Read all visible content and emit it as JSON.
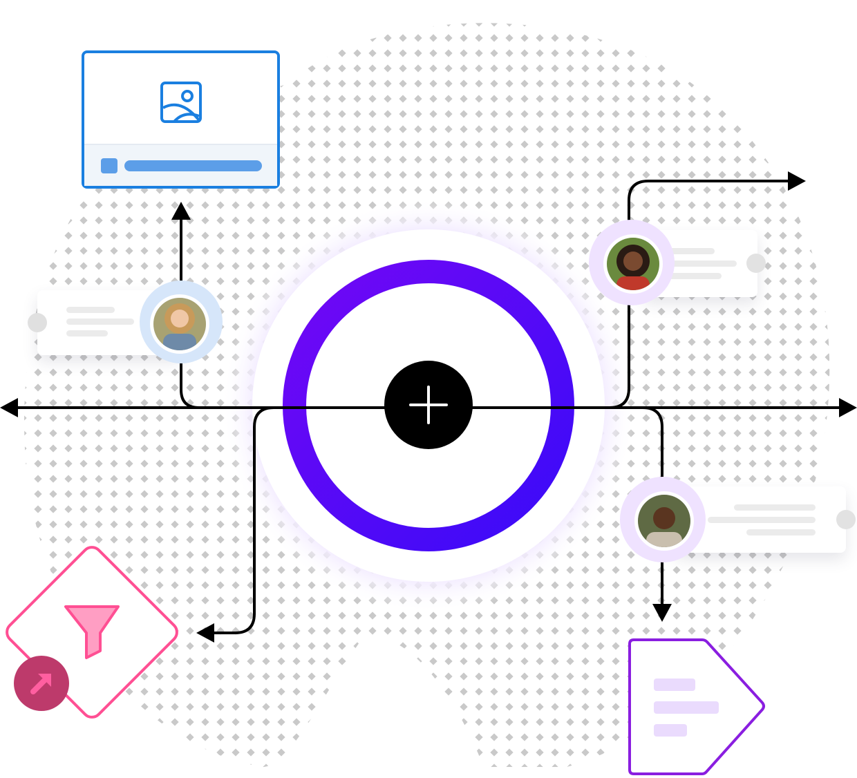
{
  "diagram": {
    "center": {
      "icon": "plus-icon"
    },
    "nodes": [
      {
        "id": "image-card",
        "icon": "image-icon",
        "accent": "#1a7fe0"
      },
      {
        "id": "filter-diamond",
        "icon": "funnel-icon",
        "badge_icon": "arrow-up-right-icon",
        "accent": "#ff4f93",
        "badge_color": "#bd3a6b"
      },
      {
        "id": "tag-shape",
        "icon": "text-lines-icon",
        "accent": "#8a1ee0"
      }
    ],
    "people": [
      {
        "id": "person-left",
        "halo": "#b9d3f5"
      },
      {
        "id": "person-top-right",
        "halo": "#e3ccff"
      },
      {
        "id": "person-bottom-right",
        "halo": "#e3ccff"
      }
    ],
    "colors": {
      "ring_start": "#6b08f6",
      "ring_end": "#3d0bf8",
      "connector": "#000000",
      "dot_pattern": "#c7c7c7"
    }
  }
}
